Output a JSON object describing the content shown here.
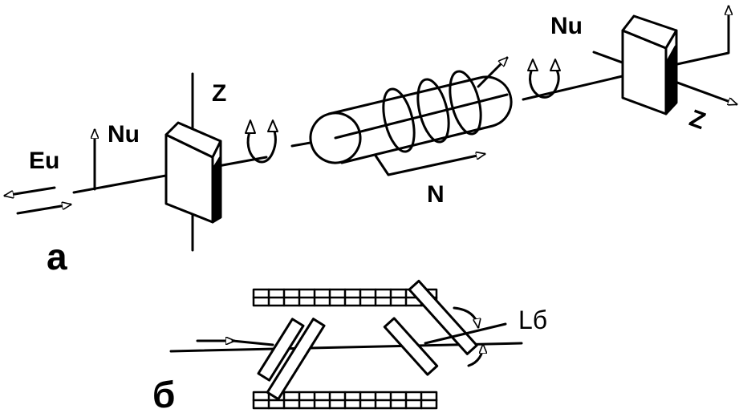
{
  "labels": {
    "eu": "Eu",
    "nu_left": "Nu",
    "z_top": "Z",
    "n_coil": "N",
    "nu_right": "Nu",
    "z_right": "Z",
    "part_a": "а",
    "part_b": "б",
    "l_b": "Lб"
  },
  "colors": {
    "stroke": "#000000",
    "background": "#ffffff"
  }
}
